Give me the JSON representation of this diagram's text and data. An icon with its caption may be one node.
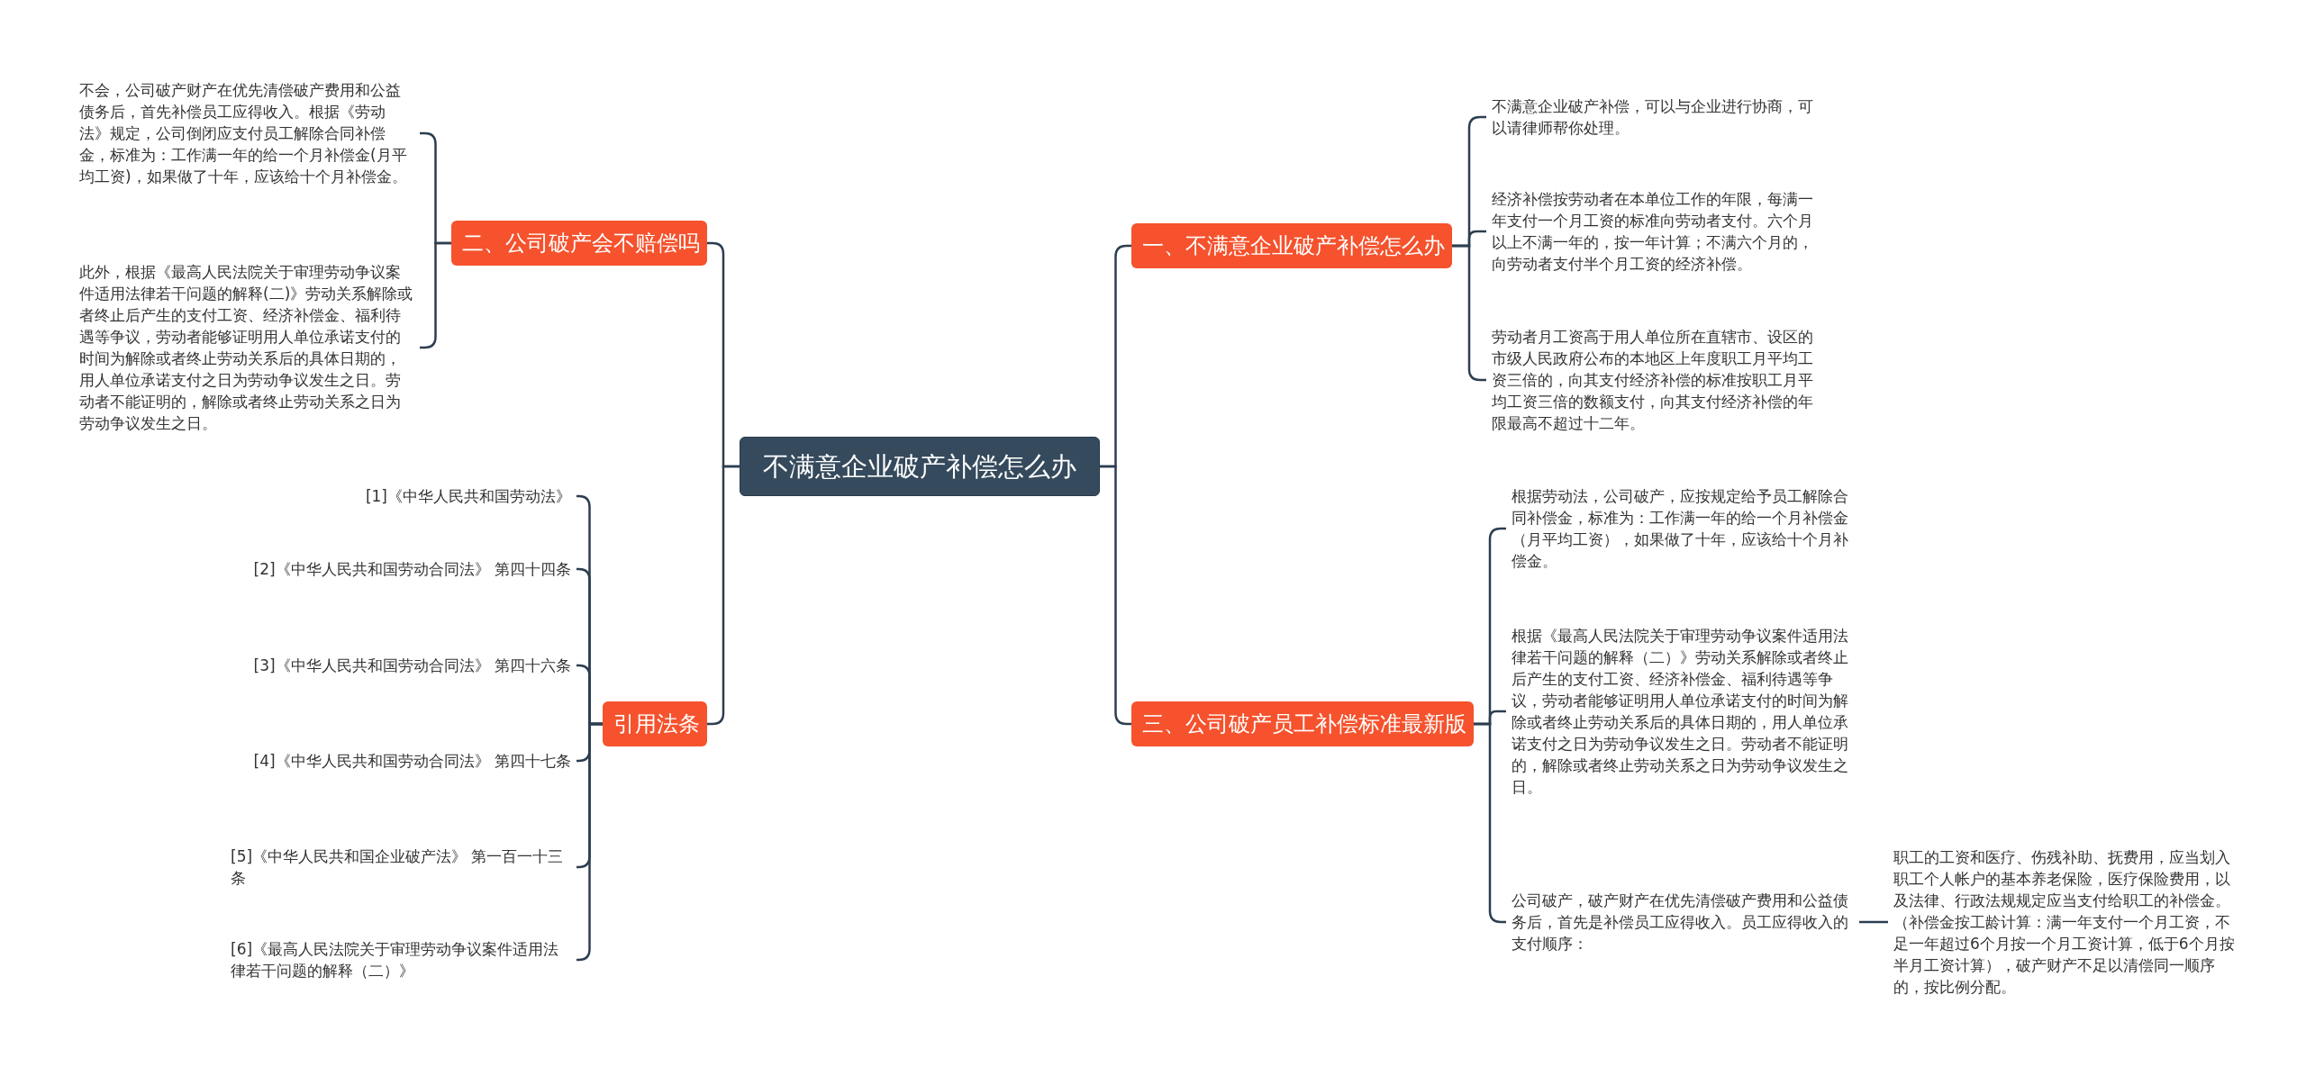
{
  "diagram": {
    "nodes": [
      {
        "text": [
          "不满意企业破产补偿怎么办"
        ]
      },
      {
        "text": [
          "二、公司破产会不赔偿吗"
        ]
      },
      {
        "text": [
          "不会，公司破产财产在优先清偿破产费用和公益债务后，首先补偿员工应得收入。根据《劳动法》规定，公司倒闭应支付员工解除合同补偿金，标准为：工作满一年的给一个月补偿金(月平均工资)，如果做了十年，应该给十个月补偿金。"
        ]
      },
      {
        "text": [
          "此外，根据《最高人民法院关于审理劳动争议案件适用法律若干问题的解释(二)》劳动关系解除或者终止后产生的支付工资、经济补偿金、福利待遇等争议，劳动者能够证明用人单位承诺支付的时间为解除或者终止劳动关系后的具体日期的，用人单位承诺支付之日为劳动争议发生之日。劳动者不能证明的，解除或者终止劳动关系之日为劳动争议发生之日。"
        ]
      },
      {
        "text": [
          "引用法条"
        ]
      },
      {
        "text": [
          "[1]《中华人民共和国劳动法》"
        ]
      },
      {
        "text": [
          "[2]《中华人民共和国劳动合同法》 第四十四条"
        ]
      },
      {
        "text": [
          "[3]《中华人民共和国劳动合同法》 第四十六条"
        ]
      },
      {
        "text": [
          "[4]《中华人民共和国劳动合同法》 第四十七条"
        ]
      },
      {
        "text": [
          "[5]《中华人民共和国企业破产法》 第一百一十三条"
        ]
      },
      {
        "text": [
          "[6]《最高人民法院关于审理劳动争议案件适用法律若干问题的解释（二）》"
        ]
      },
      {
        "text": [
          "一、不满意企业破产补偿怎么办"
        ]
      },
      {
        "text": [
          "不满意企业破产补偿，可以与企业进行协商，可以请律师帮你处理。"
        ]
      },
      {
        "text": [
          "经济补偿按劳动者在本单位工作的年限，每满一年支付一个月工资的标准向劳动者支付。六个月以上不满一年的，按一年计算；不满六个月的，向劳动者支付半个月工资的经济补偿。"
        ]
      },
      {
        "text": [
          "劳动者月工资高于用人单位所在直辖市、设区的市级人民政府公布的本地区上年度职工月平均工资三倍的，向其支付经济补偿的标准按职工月平均工资三倍的数额支付，向其支付经济补偿的年限最高不超过十二年。"
        ]
      },
      {
        "text": [
          "三、公司破产员工补偿标准最新版"
        ]
      },
      {
        "text": [
          "根据劳动法，公司破产，应按规定给予员工解除合同补偿金，标准为：工作满一年的给一个月补偿金（月平均工资），如果做了十年，应该给十个月补偿金。"
        ]
      },
      {
        "text": [
          "根据《最高人民法院关于审理劳动争议案件适用法律若干问题的解释（二）》劳动关系解除或者终止后产生的支付工资、经济补偿金、福利待遇等争议，劳动者能够证明用人单位承诺支付的时间为解除或者终止劳动关系后的具体日期的，用人单位承诺支付之日为劳动争议发生之日。劳动者不能证明的，解除或者终止劳动关系之日为劳动争议发生之日。"
        ]
      },
      {
        "text": [
          "公司破产，破产财产在优先清偿破产费用和公益债务后，首先是补偿员工应得收入。员工应得收入的支付顺序："
        ]
      },
      {
        "text": [
          "职工的工资和医疗、伤残补助、抚费用，应当划入职工个人帐户的基本养老保险，医疗保险费用，以及法律、行政法规规定应当支付给职工的补偿金。（补偿金按工龄计算：满一年支付一个月工资，不足一年超过6个月按一个月工资计算，低于6个月按半月工资计算），破产财产不足以清偿同一顺序的，按比例分配。"
        ]
      }
    ],
    "edges": [
      {
        "from": 0,
        "to": 1,
        "arrow": "none"
      },
      {
        "from": 1,
        "to": 2,
        "arrow": "none"
      },
      {
        "from": 1,
        "to": 3,
        "arrow": "none"
      },
      {
        "from": 0,
        "to": 4,
        "arrow": "none"
      },
      {
        "from": 4,
        "to": 5,
        "arrow": "none"
      },
      {
        "from": 4,
        "to": 6,
        "arrow": "none"
      },
      {
        "from": 4,
        "to": 7,
        "arrow": "none"
      },
      {
        "from": 4,
        "to": 8,
        "arrow": "none"
      },
      {
        "from": 4,
        "to": 9,
        "arrow": "none"
      },
      {
        "from": 4,
        "to": 10,
        "arrow": "none"
      },
      {
        "from": 0,
        "to": 11,
        "arrow": "none"
      },
      {
        "from": 11,
        "to": 12,
        "arrow": "none"
      },
      {
        "from": 11,
        "to": 13,
        "arrow": "none"
      },
      {
        "from": 11,
        "to": 14,
        "arrow": "none"
      },
      {
        "from": 0,
        "to": 15,
        "arrow": "none"
      },
      {
        "from": 15,
        "to": 16,
        "arrow": "none"
      },
      {
        "from": 15,
        "to": 17,
        "arrow": "none"
      },
      {
        "from": 15,
        "to": 18,
        "arrow": "none"
      },
      {
        "from": 18,
        "to": 19,
        "arrow": "none"
      }
    ]
  }
}
